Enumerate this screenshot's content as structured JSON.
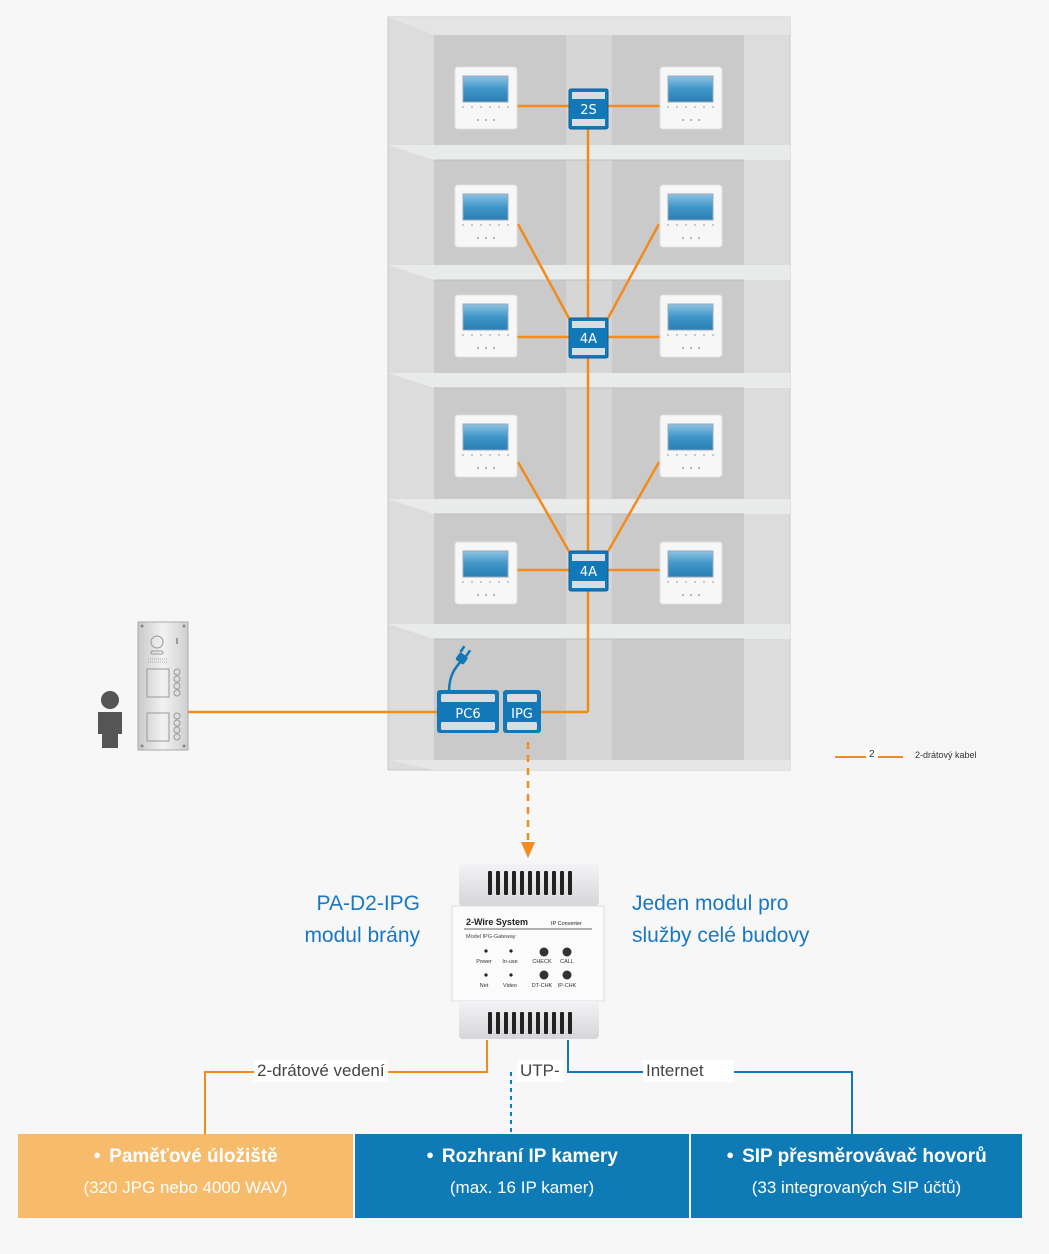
{
  "colors": {
    "orange": "#f28a1c",
    "blue": "#1278b8",
    "box_orange": "#f6bb6b",
    "box_blue": "#0f7bb6",
    "title_blue": "#1a78c2"
  },
  "building": {
    "floors": 5,
    "monitors_per_floor": 2,
    "distributors": [
      {
        "label": "2S"
      },
      {
        "label": "4A"
      },
      {
        "label": "4A"
      }
    ],
    "modules": [
      {
        "label": "PC6"
      },
      {
        "label": "IPG"
      }
    ]
  },
  "legend": {
    "number": "2",
    "text": "2-drátový kabel"
  },
  "gateway": {
    "brand": "2-Wire System",
    "type": "IP Converter",
    "model": "Model  IPG-Gateway",
    "leds": [
      "Power",
      "In-use",
      "Net",
      "Video"
    ],
    "buttons": [
      "CHECK",
      "CALL",
      "DT-CHK",
      "IP-CHK"
    ]
  },
  "titles": {
    "left_line1": "PA-D2-IPG",
    "left_line2": "modul brány",
    "right_line1": "Jeden modul pro",
    "right_line2": "služby celé budovy"
  },
  "wires": {
    "two_wire": "2-drátové vedení",
    "utp": "UTP-",
    "internet": "Internet"
  },
  "features": [
    {
      "title": "Paměťové úložiště",
      "subtitle": "(320 JPG nebo 4000 WAV)"
    },
    {
      "title": "Rozhraní IP kamery",
      "subtitle": "(max. 16 IP kamer)"
    },
    {
      "title": "SIP přesměrovávač hovorů",
      "subtitle": "(33 integrovaných SIP účtů)"
    }
  ]
}
